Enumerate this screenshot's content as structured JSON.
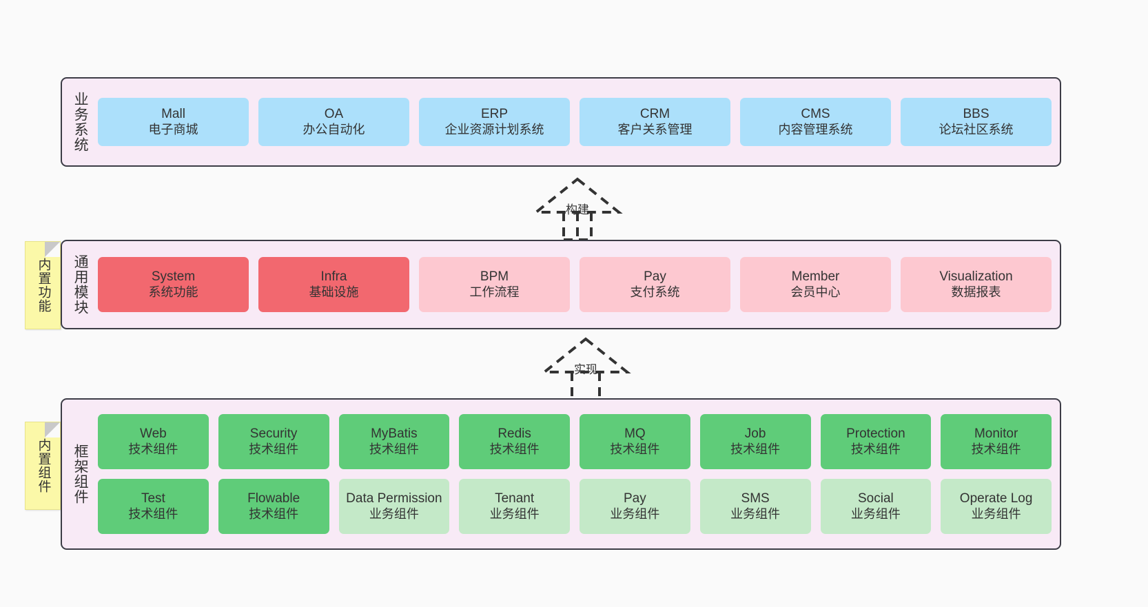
{
  "colors": {
    "background": "#fafafa",
    "band_fill": "#f8eaf6",
    "band_border": "#3c3c46",
    "business_cell": "#ace0fb",
    "module_primary": "#f2686f",
    "module_secondary": "#fdc8d0",
    "tech_component": "#5fcc79",
    "business_component": "#c4e9c8",
    "sticky_note": "#fbf8a8"
  },
  "layers": {
    "business": {
      "label": "业务系统",
      "items": [
        {
          "name": "Mall",
          "desc": "电子商城"
        },
        {
          "name": "OA",
          "desc": "办公自动化"
        },
        {
          "name": "ERP",
          "desc": "企业资源计划系统"
        },
        {
          "name": "CRM",
          "desc": "客户关系管理"
        },
        {
          "name": "CMS",
          "desc": "内容管理系统"
        },
        {
          "name": "BBS",
          "desc": "论坛社区系统"
        }
      ]
    },
    "common": {
      "label": "通用模块",
      "sticky": "内置功能",
      "items": [
        {
          "name": "System",
          "desc": "系统功能",
          "kind": "primary"
        },
        {
          "name": "Infra",
          "desc": "基础设施",
          "kind": "primary"
        },
        {
          "name": "BPM",
          "desc": "工作流程",
          "kind": "secondary"
        },
        {
          "name": "Pay",
          "desc": "支付系统",
          "kind": "secondary"
        },
        {
          "name": "Member",
          "desc": "会员中心",
          "kind": "secondary"
        },
        {
          "name": "Visualization",
          "desc": "数据报表",
          "kind": "secondary"
        }
      ]
    },
    "framework": {
      "label": "框架组件",
      "sticky": "内置组件",
      "row1": [
        {
          "name": "Web",
          "desc": "技术组件",
          "kind": "tech"
        },
        {
          "name": "Security",
          "desc": "技术组件",
          "kind": "tech"
        },
        {
          "name": "MyBatis",
          "desc": "技术组件",
          "kind": "tech"
        },
        {
          "name": "Redis",
          "desc": "技术组件",
          "kind": "tech"
        },
        {
          "name": "MQ",
          "desc": "技术组件",
          "kind": "tech"
        },
        {
          "name": "Job",
          "desc": "技术组件",
          "kind": "tech"
        },
        {
          "name": "Protection",
          "desc": "技术组件",
          "kind": "tech"
        },
        {
          "name": "Monitor",
          "desc": "技术组件",
          "kind": "tech"
        }
      ],
      "row2": [
        {
          "name": "Test",
          "desc": "技术组件",
          "kind": "tech"
        },
        {
          "name": "Flowable",
          "desc": "技术组件",
          "kind": "tech"
        },
        {
          "name": "Data Permission",
          "desc": "业务组件",
          "kind": "business"
        },
        {
          "name": "Tenant",
          "desc": "业务组件",
          "kind": "business"
        },
        {
          "name": "Pay",
          "desc": "业务组件",
          "kind": "business"
        },
        {
          "name": "SMS",
          "desc": "业务组件",
          "kind": "business"
        },
        {
          "name": "Social",
          "desc": "业务组件",
          "kind": "business"
        },
        {
          "name": "Operate Log",
          "desc": "业务组件",
          "kind": "business"
        }
      ]
    }
  },
  "arrows": [
    {
      "id": "build",
      "label": "构建",
      "style": "dashed-hollow-triangle",
      "direction": "up"
    },
    {
      "id": "realize",
      "label": "实现",
      "style": "dashed-hollow-triangle",
      "direction": "up"
    }
  ]
}
